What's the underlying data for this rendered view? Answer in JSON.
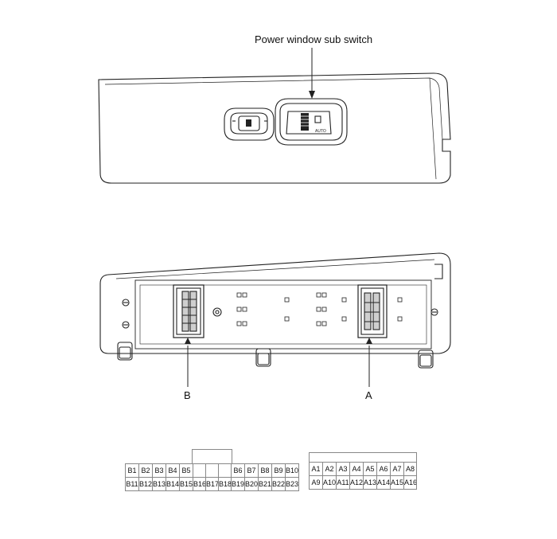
{
  "labels": {
    "sub_switch": "Power window sub switch",
    "connector_a": "A",
    "connector_b": "B"
  },
  "connector_b_pins": {
    "row1": [
      "B1",
      "B2",
      "B3",
      "B4",
      "B5",
      "",
      "",
      "",
      "B6",
      "B7",
      "B8",
      "B9",
      "B10"
    ],
    "row2": [
      "B11",
      "B12",
      "B13",
      "B14",
      "B15",
      "B16",
      "B17",
      "B18",
      "B19",
      "B20",
      "B21",
      "B22",
      "B23"
    ]
  },
  "connector_a_pins": {
    "row1": [
      "A1",
      "A2",
      "A3",
      "A4",
      "A5",
      "A6",
      "A7",
      "A8"
    ],
    "row2": [
      "A9",
      "A10",
      "A11",
      "A12",
      "A13",
      "A14",
      "A15",
      "A16"
    ]
  },
  "colors": {
    "line": "#222222",
    "grid": "#888888",
    "shade": "#cfcfcf"
  }
}
